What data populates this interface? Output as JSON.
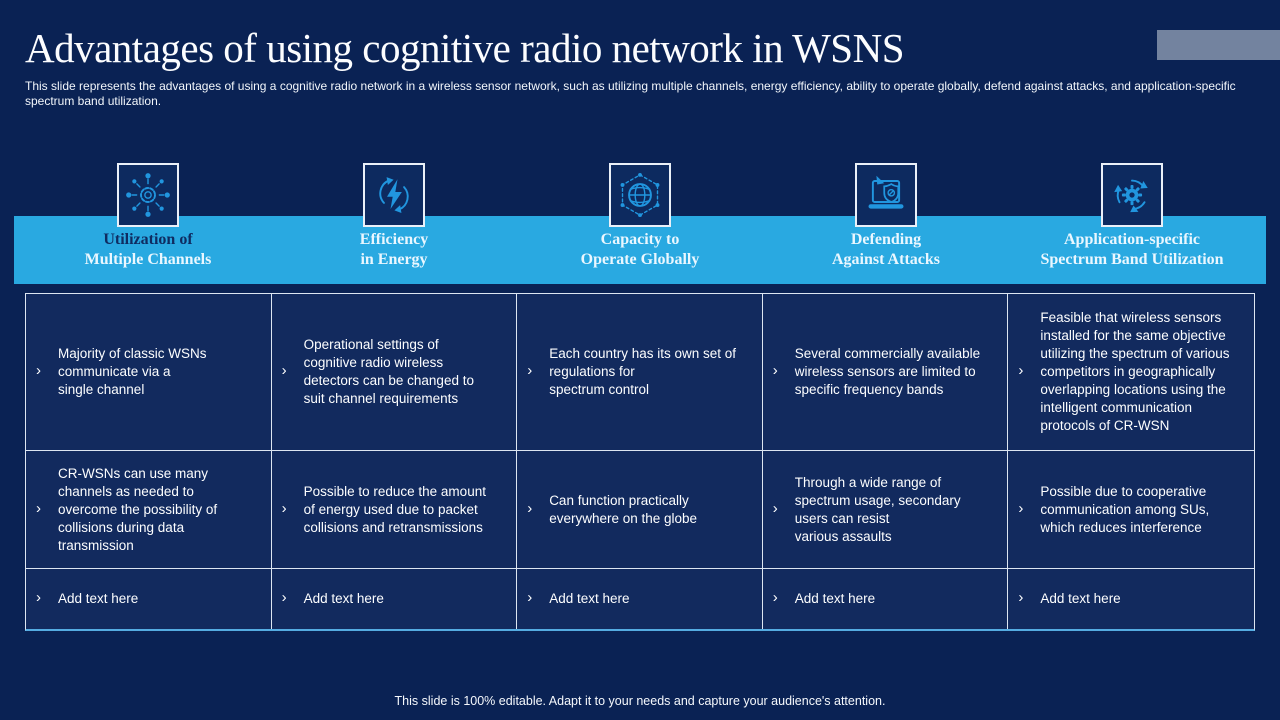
{
  "bullet": "›",
  "slide": {
    "title": "Advantages of using cognitive radio network in WSNS",
    "subtitle": "This slide represents the advantages of using a cognitive radio network in a wireless sensor network, such as utilizing multiple channels, energy efficiency, ability to operate globally, defend against attacks, and application-specific\nspectrum band utilization.",
    "footer": "This slide is 100% editable. Adapt it to your needs and capture your audience's attention."
  },
  "colors": {
    "background": "#0A2254",
    "band": "#29A9E1",
    "cell_background": "#122A5E",
    "icon_accent": "#2196DF",
    "header_dark_text": "#0F2C61",
    "decor_block": "#73839F",
    "grid_line": "#DDE6F2"
  },
  "columns": [
    {
      "icon": "multi-channel-hub-icon",
      "header": [
        "Utilization of",
        "Multiple Channels"
      ],
      "cells": [
        "Majority of classic WSNs\ncommunicate via a\nsingle channel",
        "CR-WSNs can use many\nchannels as needed to\novercome the possibility of\ncollisions during data\ntransmission",
        "Add text here"
      ]
    },
    {
      "icon": "energy-efficiency-icon",
      "header": [
        "Efficiency",
        "in Energy"
      ],
      "cells": [
        "Operational settings of\ncognitive radio wireless\ndetectors can be changed to\nsuit channel requirements",
        "Possible to reduce the amount\nof energy used due to packet\ncollisions and retransmissions",
        "Add text here"
      ]
    },
    {
      "icon": "global-network-icon",
      "header": [
        "Capacity to",
        "Operate Globally"
      ],
      "cells": [
        "Each country has its own set of\nregulations for\nspectrum control",
        "Can function practically\neverywhere on the globe",
        "Add text here"
      ]
    },
    {
      "icon": "laptop-shield-icon",
      "header": [
        "Defending",
        "Against Attacks"
      ],
      "cells": [
        "Several commercially available\nwireless sensors are limited to\nspecific frequency bands",
        "Through a wide range of\nspectrum usage, secondary\nusers can resist\nvarious assaults",
        "Add text here"
      ]
    },
    {
      "icon": "gear-cycle-icon",
      "header": [
        "Application-specific",
        "Spectrum Band Utilization"
      ],
      "cells": [
        "Feasible that wireless sensors\ninstalled for the same objective\nutilizing the spectrum of various\ncompetitors in geographically\noverlapping locations using the\nintelligent communication\nprotocols of CR-WSN",
        "Possible due to cooperative\ncommunication among SUs,\nwhich reduces interference",
        "Add text here"
      ]
    }
  ]
}
